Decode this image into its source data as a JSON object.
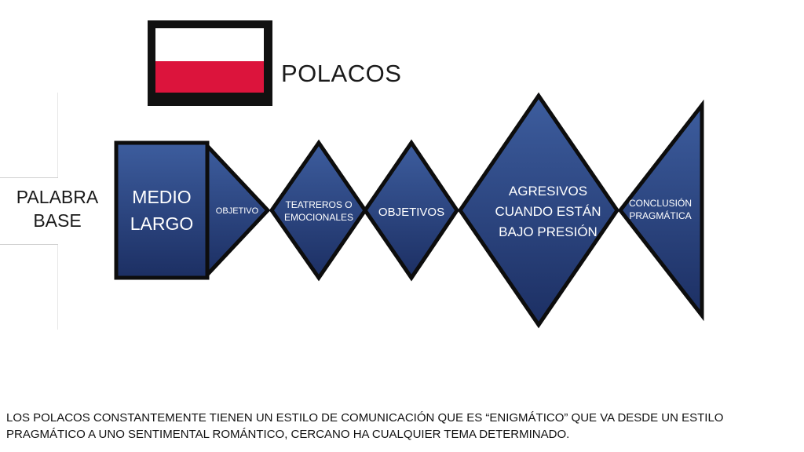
{
  "title": "POLACOS",
  "side_label": {
    "line1": "PALABRA",
    "line2": "BASE"
  },
  "shapes": {
    "medio_largo": {
      "line1": "MEDIO",
      "line2": "LARGO"
    },
    "objetivo": "OBJETIVO",
    "teatreros": {
      "line1": "TEATREROS O",
      "line2": "EMOCIONALES"
    },
    "objetivos": "OBJETIVOS",
    "agresivos": {
      "line1": "AGRESIVOS",
      "line2": "CUANDO ESTÁN",
      "line3": "BAJO PRESIÓN"
    },
    "conclusion": {
      "line1": "CONCLUSIÓN",
      "line2": "PRAGMÁTICA"
    }
  },
  "description": {
    "line1": "LOS POLACOS CONSTANTEMENTE TIENEN UN ESTILO DE COMUNICACIÓN QUE ES “ENIGMÁTICO” QUE VA DESDE UN ESTILO",
    "line2": "PRAGMÁTICO A UNO SENTIMENTAL ROMÁNTICO, CERCANO HA CUALQUIER TEMA DETERMINADO."
  },
  "colors": {
    "flag_white": "#ffffff",
    "flag_red": "#dc143c",
    "flag_border": "#111111",
    "shape_fill_top": "#3d5d9e",
    "shape_fill_bottom": "#1c2f63",
    "shape_outline": "#0d0d0d"
  }
}
